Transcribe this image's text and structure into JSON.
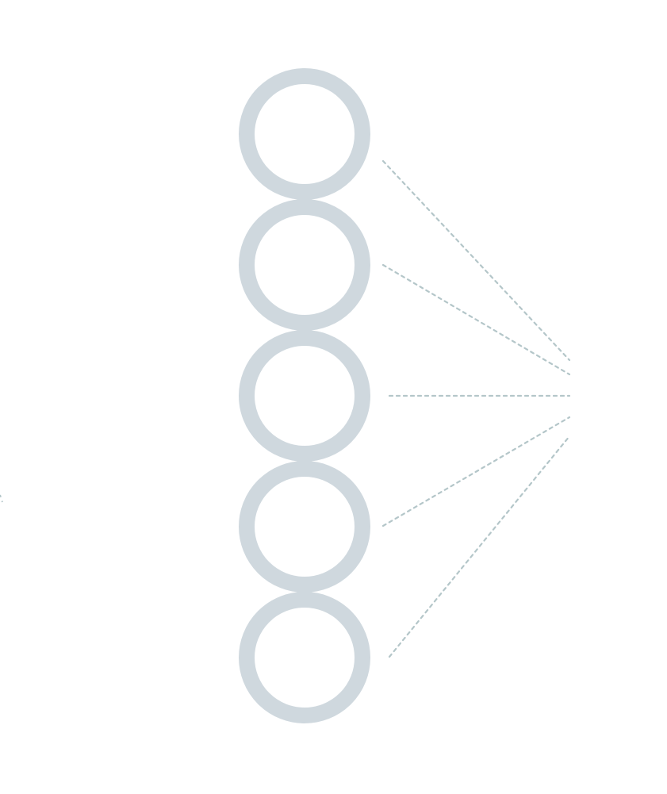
{
  "diagram": {
    "node_count": 5,
    "connections": [
      {
        "from": 1
      },
      {
        "from": 2
      },
      {
        "from": 3
      },
      {
        "from": 4
      },
      {
        "from": 5
      }
    ],
    "colors": {
      "background": "#ffffff",
      "node_ring": "#cfd8de",
      "node_fill": "#ffffff",
      "connector": "#b4c6c9"
    }
  }
}
